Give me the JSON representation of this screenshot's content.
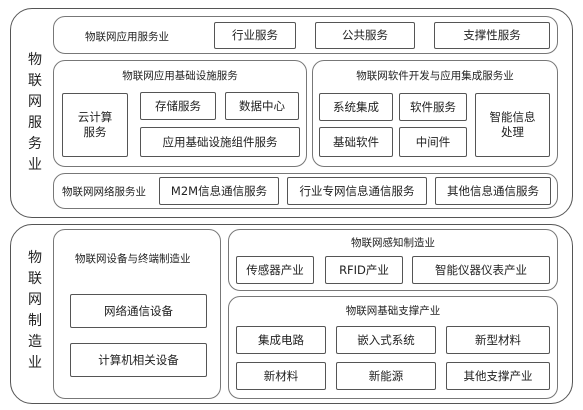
{
  "service": {
    "side_label": "物联网服务业",
    "app_service": {
      "label": "物联网应用服务业",
      "items": [
        "行业服务",
        "公共服务",
        "支撑性服务"
      ]
    },
    "infra_service": {
      "label": "物联网应用基础设施服务",
      "cloud": "云计算服务",
      "storage": "存储服务",
      "datacenter": "数据中心",
      "components": "应用基础设施组件服务"
    },
    "software_service": {
      "label": "物联网软件开发与应用集成服务业",
      "items": [
        "系统集成",
        "软件服务",
        "基础软件",
        "中间件"
      ],
      "intelligent": "智能信息处理"
    },
    "network_service": {
      "label": "物联网网络服务业",
      "items": [
        "M2M信息通信服务",
        "行业专网信息通信服务",
        "其他信息通信服务"
      ]
    }
  },
  "manufacturing": {
    "side_label": "物联网制造业",
    "equipment": {
      "label": "物联网设备与终端制造业",
      "items": [
        "网络通信设备",
        "计算机相关设备"
      ]
    },
    "sensing": {
      "label": "物联网感知制造业",
      "items": [
        "传感器产业",
        "RFID产业",
        "智能仪器仪表产业"
      ]
    },
    "support": {
      "label": "物联网基础支撑产业",
      "items": [
        "集成电路",
        "嵌入式系统",
        "新型材料",
        "新材料",
        "新能源",
        "其他支撑产业"
      ]
    }
  }
}
